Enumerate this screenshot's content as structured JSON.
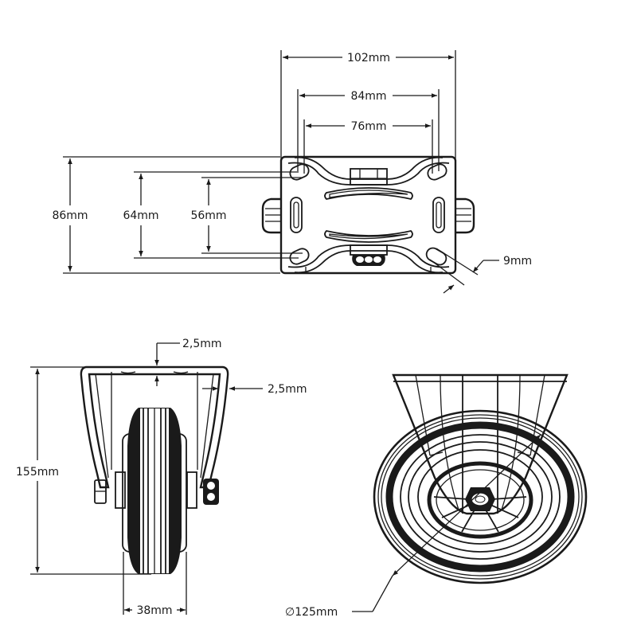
{
  "drawing": {
    "title": "Fixed castor wheel dimension drawing",
    "ink_color": "#1a1a1a",
    "background": "#ffffff"
  },
  "top_view": {
    "plate_width": "102mm",
    "bolt_hole_spacing_outer_x": "84mm",
    "bolt_hole_spacing_inner_x": "76mm",
    "plate_depth": "86mm",
    "bolt_hole_spacing_outer_y": "64mm",
    "bolt_hole_spacing_inner_y": "56mm",
    "bolt_hole_width": "9mm"
  },
  "front_view": {
    "top_plate_thickness": "2,5mm",
    "side_wall_thickness": "2,5mm",
    "overall_height": "155mm",
    "wheel_width": "38mm"
  },
  "side_view": {
    "wheel_diameter_symbol": "∅",
    "wheel_diameter": "125mm"
  }
}
